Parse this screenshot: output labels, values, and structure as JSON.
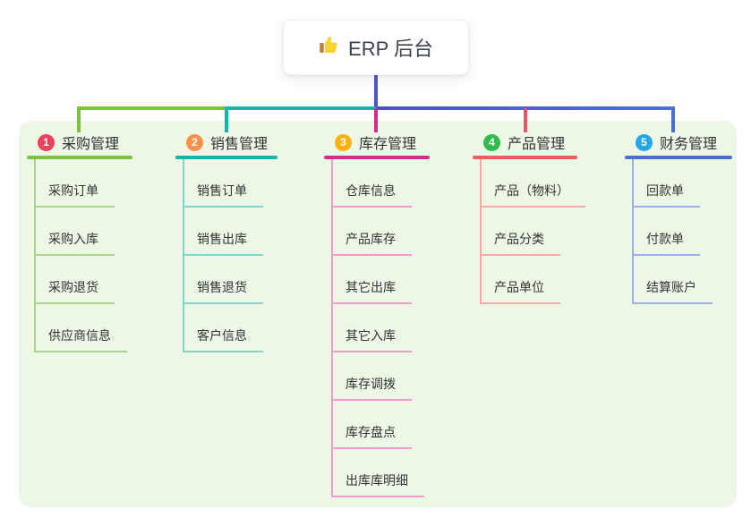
{
  "root": {
    "label": "ERP 后台",
    "icon": "thumbs-up"
  },
  "branches": [
    {
      "index": "1",
      "label": "采购管理",
      "colors": {
        "badge": "#ea435e",
        "line": "#7dc13d",
        "child_line": "#a9d587"
      },
      "children": [
        "采购订单",
        "采购入库",
        "采购退货",
        "供应商信息"
      ]
    },
    {
      "index": "2",
      "label": "销售管理",
      "colors": {
        "badge": "#ff8f4d",
        "line": "#14b5aa",
        "child_line": "#7fd6cb"
      },
      "children": [
        "销售订单",
        "销售出库",
        "销售退货",
        "客户信息"
      ]
    },
    {
      "index": "3",
      "label": "库存管理",
      "colors": {
        "badge": "#ffb112",
        "line": "#d42b8c",
        "child_line": "#ee9cc8"
      },
      "children": [
        "仓库信息",
        "产品库存",
        "其它出库",
        "其它入库",
        "库存调拨",
        "库存盘点",
        "出库库明细"
      ]
    },
    {
      "index": "4",
      "label": "产品管理",
      "colors": {
        "badge": "#33b950",
        "line": "#f25c5c",
        "child_line": "#f6aaa5"
      },
      "children": [
        "产品（物料）",
        "产品分类",
        "产品单位"
      ]
    },
    {
      "index": "5",
      "label": "财务管理",
      "colors": {
        "badge": "#23a7e8",
        "line": "#4a6fd8",
        "child_line": "#9eb1e6"
      },
      "children": [
        "回款单",
        "付款单",
        "结算账户"
      ]
    }
  ],
  "canvas_colors": {
    "panel_background": "#ecf7e6",
    "page_background": "#ffffff",
    "root_connector": "#4e56c5"
  }
}
